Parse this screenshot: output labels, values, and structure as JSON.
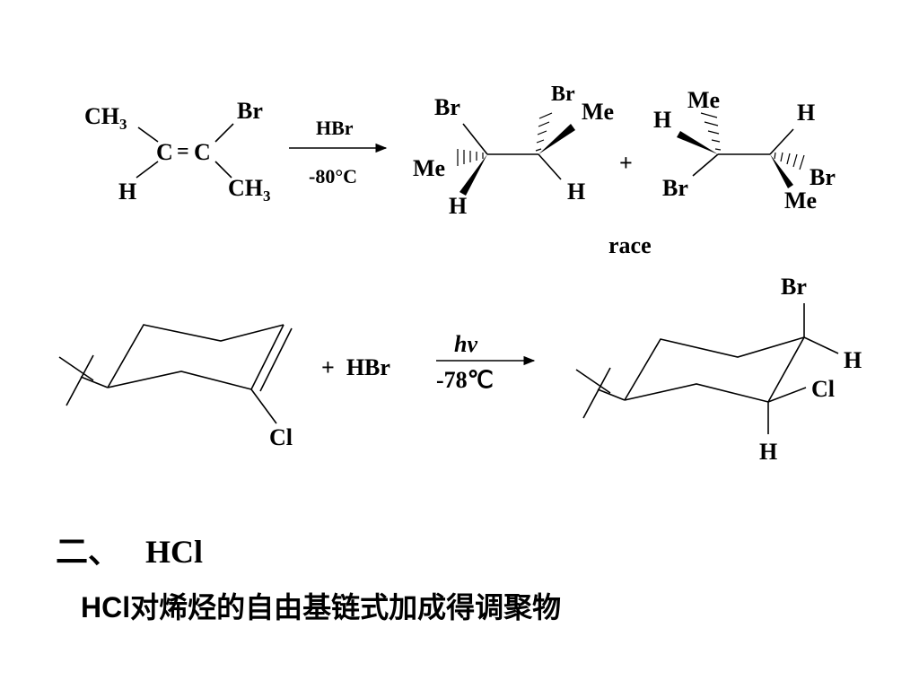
{
  "reaction1": {
    "reactant": {
      "ch3_top": "CH",
      "ch3_bottom": "CH",
      "sub3": "3",
      "br": "Br",
      "c_left": "C",
      "double_bond": "=",
      "c_right": "C",
      "h": "H"
    },
    "reagent": "HBr",
    "temperature": "-80°C",
    "product1": {
      "br_left": "Br",
      "br_top": "Br",
      "me_right": "Me",
      "me_left": "Me",
      "h_bottom_left": "H",
      "h_bottom_right": "H"
    },
    "plus": "+",
    "product2": {
      "me_top": "Me",
      "h_left": "H",
      "h_right": "H",
      "br_left": "Br",
      "br_right": "Br",
      "me_bottom": "Me"
    },
    "note": "race"
  },
  "reaction2": {
    "reactant_cl": "Cl",
    "plus_reagent": "+  HBr",
    "condition_top": "hv",
    "condition_bottom": "-78℃",
    "product": {
      "br": "Br",
      "h_right": "H",
      "cl": "Cl",
      "h_bottom": "H"
    }
  },
  "section": {
    "number": "二、",
    "title": "HCl"
  },
  "description": "HCl对烯烃的自由基链式加成得调聚物"
}
